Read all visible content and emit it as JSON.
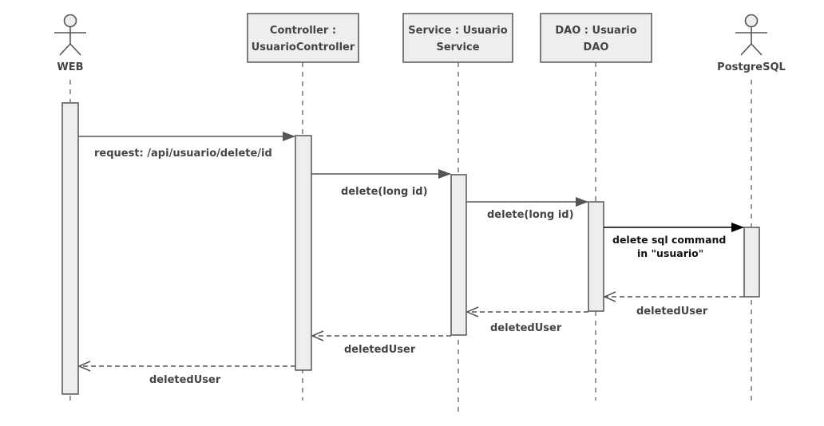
{
  "participants": [
    {
      "id": "web",
      "kind": "actor",
      "lines": [
        "WEB"
      ]
    },
    {
      "id": "controller",
      "kind": "box",
      "lines": [
        "Controller :",
        "UsuarioController"
      ]
    },
    {
      "id": "service",
      "kind": "box",
      "lines": [
        "Service : Usuario",
        "Service"
      ]
    },
    {
      "id": "dao",
      "kind": "box",
      "lines": [
        "DAO : Usuario",
        "DAO"
      ]
    },
    {
      "id": "postgres",
      "kind": "actor",
      "lines": [
        "PostgreSQL"
      ]
    }
  ],
  "messages": [
    {
      "from": "web",
      "to": "controller",
      "style": "solid",
      "lines": [
        "request: /api/usuario/delete/id"
      ]
    },
    {
      "from": "controller",
      "to": "service",
      "style": "solid",
      "lines": [
        "delete(long id)"
      ]
    },
    {
      "from": "service",
      "to": "dao",
      "style": "solid",
      "lines": [
        "delete(long id)"
      ]
    },
    {
      "from": "dao",
      "to": "postgres",
      "style": "solid-dark",
      "lines": [
        "delete sql command",
        "in \"usuario\""
      ]
    },
    {
      "from": "postgres",
      "to": "dao",
      "style": "dashed",
      "lines": [
        "deletedUser"
      ]
    },
    {
      "from": "dao",
      "to": "service",
      "style": "dashed",
      "lines": [
        "deletedUser"
      ]
    },
    {
      "from": "service",
      "to": "controller",
      "style": "dashed",
      "lines": [
        "deletedUser"
      ]
    },
    {
      "from": "controller",
      "to": "web",
      "style": "dashed",
      "lines": [
        "deletedUser"
      ]
    }
  ]
}
